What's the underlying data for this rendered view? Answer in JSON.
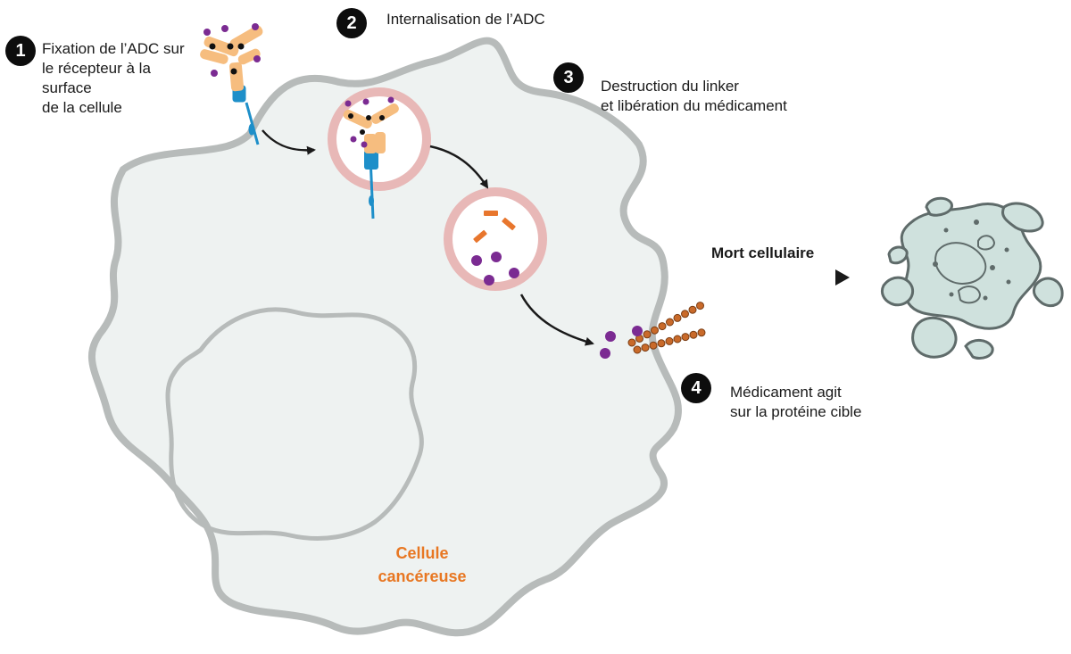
{
  "steps": [
    {
      "number": "1",
      "lines": [
        "Fixation de l’ADC sur",
        "le récepteur à la",
        "surface",
        "de la cellule"
      ]
    },
    {
      "number": "2",
      "lines": [
        "Internalisation de l’ADC"
      ]
    },
    {
      "number": "3",
      "lines": [
        "Destruction du linker",
        "et libération du médicament"
      ]
    },
    {
      "number": "4",
      "lines": [
        "Médicament agit",
        "sur la protéine cible"
      ]
    }
  ],
  "outcome_label": "Mort cellulaire",
  "cell_label": {
    "line1": "Cellule",
    "line2": "cancéreuse"
  },
  "colors": {
    "cytoplasm": "#eef2f1",
    "membrane": "#b7bbba",
    "antibody": "#f6bd7f",
    "receptor": "#1e8fc9",
    "payload": "#7b2b92",
    "vesicle": "#e8b8b7",
    "linker_fragment": "#e8762d",
    "target_protein": "#c96a2a",
    "dead_cell": "#cfe1dd",
    "label_accent": "#e87722"
  }
}
